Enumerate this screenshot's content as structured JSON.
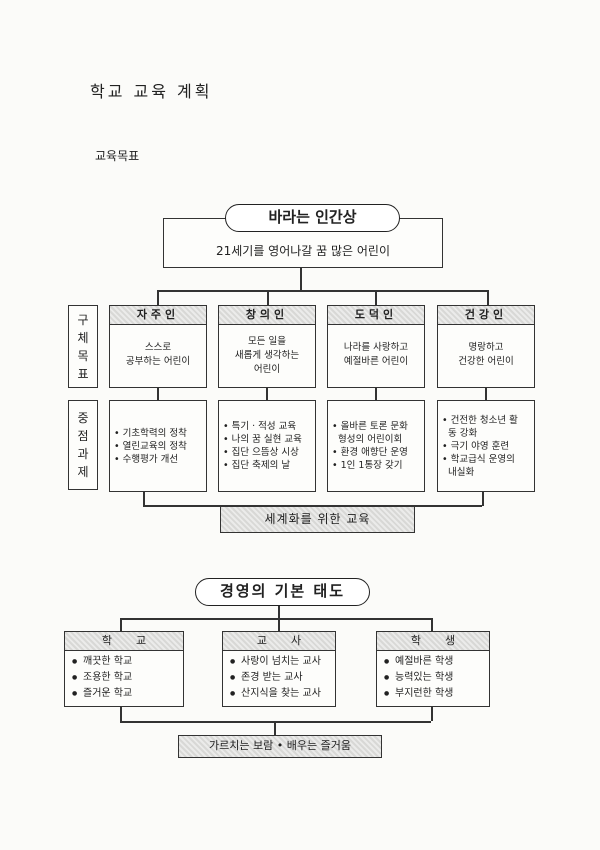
{
  "page_title": "학교 교육 계획",
  "section_title": "교육목표",
  "ideal": {
    "title": "바라는 인간상",
    "description": "21세기를 영어나갈 꿈 많은 어린이"
  },
  "row_labels": {
    "goals": "구체목표",
    "tasks": "중점과제"
  },
  "columns": [
    {
      "header": "자주인",
      "goal": [
        "스스로",
        "공부하는 어린이"
      ],
      "tasks": [
        "• 기초학력의 정착",
        "• 열린교육의 정착",
        "• 수행평가 개선"
      ]
    },
    {
      "header": "창의인",
      "goal": [
        "모든 일을",
        "새롭게 생각하는",
        "어린이"
      ],
      "tasks": [
        "• 특기 · 적성 교육",
        "• 나의 꿈 실현 교육",
        "• 집단 으뜸상 시상",
        "• 집단 축제의 날"
      ]
    },
    {
      "header": "도덕인",
      "goal": [
        "나라를 사랑하고",
        "예절바른 어린이"
      ],
      "tasks": [
        "• 올바른 토론 문화",
        "  형성의 어린이회",
        "• 환경 애향단 운영",
        "• 1인 1통장 갖기"
      ]
    },
    {
      "header": "건강인",
      "goal": [
        "명랑하고",
        "건강한 어린이"
      ],
      "tasks": [
        "• 건전한 청소년 활",
        "  동 강화",
        "• 극기 야영 훈련",
        "• 학교급식 운영의",
        "  내실화"
      ]
    }
  ],
  "global_box": "세계화를 위한 교육",
  "management": {
    "title": "경영의 기본 태도",
    "groups": [
      {
        "header": "학교",
        "items": [
          "깨끗한 학교",
          "조용한 학교",
          "즐거운 학교"
        ]
      },
      {
        "header": "교사",
        "items": [
          "사랑이 넘치는 교사",
          "존경 받는 교사",
          "산지식을 찾는 교사"
        ]
      },
      {
        "header": "학생",
        "items": [
          "예절바른 학생",
          "능력있는 학생",
          "부지런한 학생"
        ]
      }
    ],
    "footer": "가르치는 보람 • 배우는 즐거움"
  }
}
